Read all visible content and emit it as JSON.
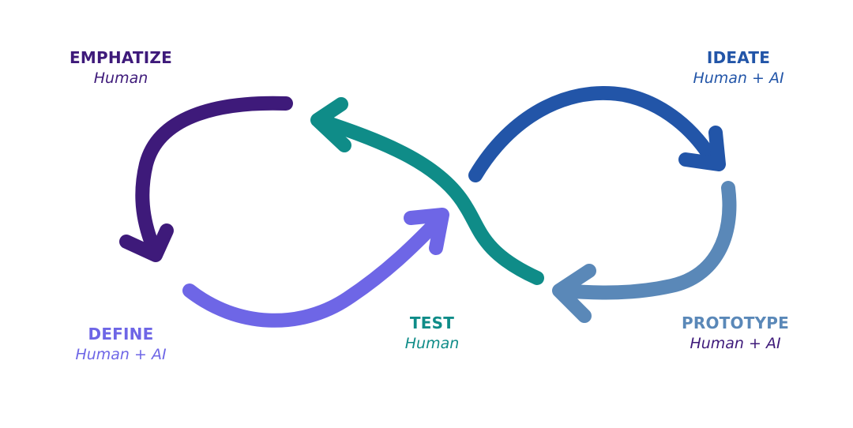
{
  "colors": {
    "emphatize": "#3e1a7a",
    "define": "#6e66e6",
    "test": "#0f8c88",
    "ideate": "#2255a8",
    "prototype": "#5a88b8",
    "prototype_sub": "#3e1a7a"
  },
  "stages": {
    "emphatize": {
      "title": "EMPHATIZE",
      "sub": "Human"
    },
    "ideate": {
      "title": "IDEATE",
      "sub": "Human + AI"
    },
    "define": {
      "title": "DEFINE",
      "sub": "Human + AI"
    },
    "test": {
      "title": "TEST",
      "sub": "Human"
    },
    "prototype": {
      "title": "PROTOTYPE",
      "sub": "Human + AI"
    }
  }
}
